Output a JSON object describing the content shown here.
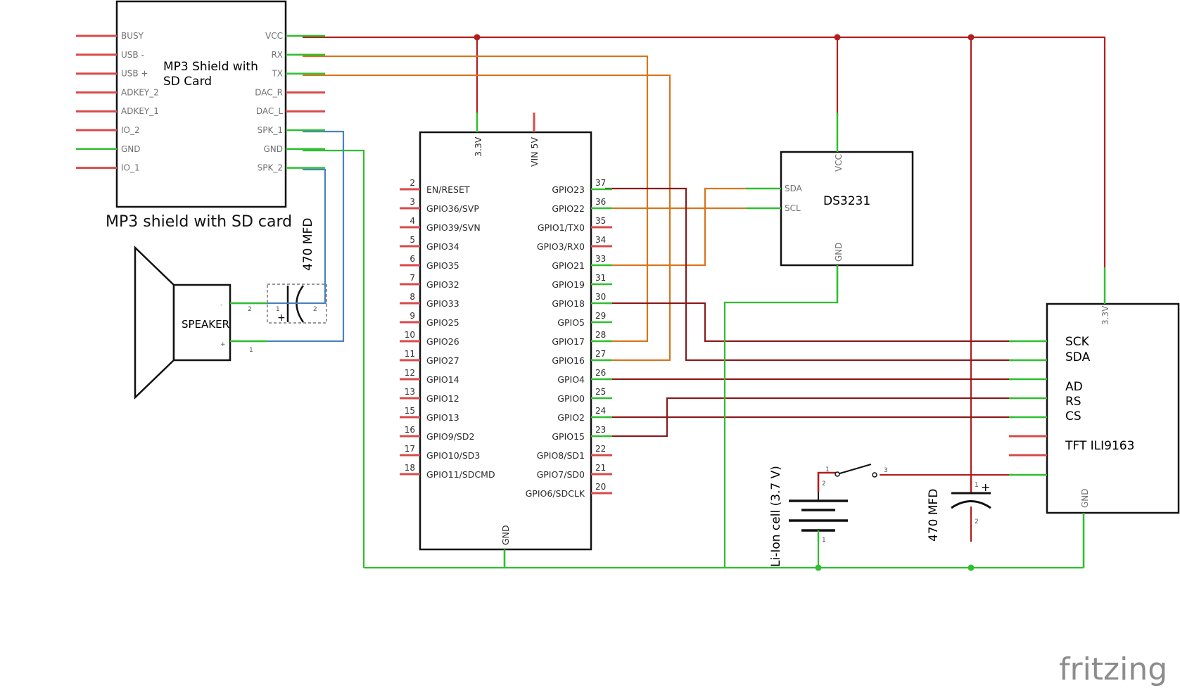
{
  "colors": {
    "power": "#b21e1e",
    "wire_green": "#2fbf2f",
    "wire_orange": "#d9741c",
    "wire_blue": "#4a82c0",
    "wire_darkred": "#8b1a1a",
    "pin_red": "#d84a4a",
    "logo": "#8c8c8c"
  },
  "mp3": {
    "title": "MP3 Shield with",
    "title2": "SD Card",
    "caption": "MP3 shield with SD card",
    "left_pins": [
      "BUSY",
      "USB -",
      "USB +",
      "ADKEY_2",
      "ADKEY_1",
      "IO_2",
      "GND",
      "IO_1"
    ],
    "right_pins": [
      "VCC",
      "RX",
      "TX",
      "DAC_R",
      "DAC_L",
      "SPK_1",
      "GND",
      "SPK_2"
    ]
  },
  "speaker": {
    "label": "SPEAKER",
    "plus": "+",
    "minus": "-",
    "pin1": "1",
    "pin2": "2"
  },
  "cap1": {
    "label": "470 MFD",
    "pin1": "1",
    "pin2": "2",
    "plus": "+"
  },
  "esp32": {
    "top_pins": [
      "3.3V",
      "VIN 5V"
    ],
    "bottom_pin": "GND",
    "left_pins": [
      {
        "num": "2",
        "name": "EN/RESET"
      },
      {
        "num": "3",
        "name": "GPIO36/SVP"
      },
      {
        "num": "4",
        "name": "GPIO39/SVN"
      },
      {
        "num": "5",
        "name": "GPIO34"
      },
      {
        "num": "6",
        "name": "GPIO35"
      },
      {
        "num": "7",
        "name": "GPIO32"
      },
      {
        "num": "8",
        "name": "GPIO33"
      },
      {
        "num": "9",
        "name": "GPIO25"
      },
      {
        "num": "10",
        "name": "GPIO26"
      },
      {
        "num": "11",
        "name": "GPIO27"
      },
      {
        "num": "12",
        "name": "GPIO14"
      },
      {
        "num": "13",
        "name": "GPIO12"
      },
      {
        "num": "15",
        "name": "GPIO13"
      },
      {
        "num": "16",
        "name": "GPIO9/SD2"
      },
      {
        "num": "17",
        "name": "GPIO10/SD3"
      },
      {
        "num": "18",
        "name": "GPIO11/SDCMD"
      }
    ],
    "right_pins": [
      {
        "num": "37",
        "name": "GPIO23"
      },
      {
        "num": "36",
        "name": "GPIO22"
      },
      {
        "num": "35",
        "name": "GPIO1/TX0"
      },
      {
        "num": "34",
        "name": "GPIO3/RX0"
      },
      {
        "num": "33",
        "name": "GPIO21"
      },
      {
        "num": "31",
        "name": "GPIO19"
      },
      {
        "num": "30",
        "name": "GPIO18"
      },
      {
        "num": "29",
        "name": "GPIO5"
      },
      {
        "num": "28",
        "name": "GPIO17"
      },
      {
        "num": "27",
        "name": "GPIO16"
      },
      {
        "num": "26",
        "name": "GPIO4"
      },
      {
        "num": "25",
        "name": "GPIO0"
      },
      {
        "num": "24",
        "name": "GPIO2"
      },
      {
        "num": "23",
        "name": "GPIO15"
      },
      {
        "num": "22",
        "name": "GPIO8/SD1"
      },
      {
        "num": "21",
        "name": "GPIO7/SD0"
      },
      {
        "num": "20",
        "name": "GPIO6/SDCLK"
      }
    ]
  },
  "rtc": {
    "title": "DS3231",
    "pins": [
      "SDA",
      "SCL",
      "VCC",
      "GND"
    ]
  },
  "tft": {
    "title": "TFT ILI9163",
    "labels": [
      "SCK",
      "SDA",
      "AD",
      "RS",
      "CS"
    ],
    "top_pin": "3.3V",
    "bottom_pin": "GND"
  },
  "battery": {
    "label": "Li-Ion cell (3.7 V)",
    "pin1": "1",
    "pin2": "2"
  },
  "switch": {
    "pin1": "1",
    "pin3": "3"
  },
  "cap2": {
    "label": "470 MFD",
    "pin1": "1",
    "pin2": "2",
    "plus": "+"
  },
  "logo": {
    "text": "fritzing"
  }
}
